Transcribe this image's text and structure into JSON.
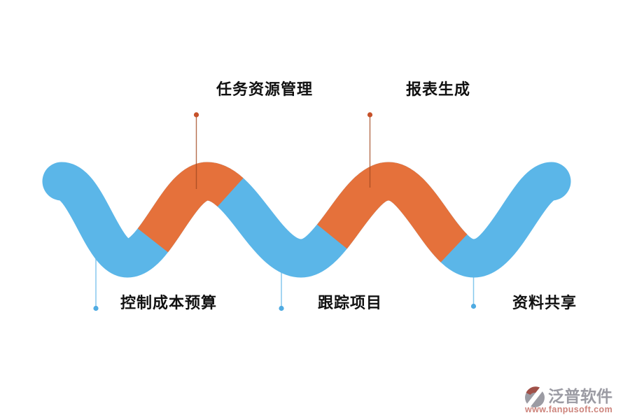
{
  "diagram": {
    "type": "snake-flow-infographic",
    "top_row": [
      {
        "label": "任务资源管理"
      },
      {
        "label": "报表生成"
      }
    ],
    "bottom_row": [
      {
        "label": "控制成本预算"
      },
      {
        "label": "跟踪项目"
      },
      {
        "label": "资料共享"
      }
    ]
  },
  "colors": {
    "wave_blue": "#5bb6e8",
    "wave_orange": "#e5713b",
    "top_connector_line": "#a34a22",
    "top_connector_dot": "#c6512a",
    "bottom_connector_line": "#85c7ed",
    "bottom_connector_dot": "#4fabe2",
    "label_text": "#111111",
    "brand_gray": "#9b9ba3",
    "brand_accent": "#a05048",
    "url_red": "#cd837b"
  },
  "watermark": {
    "brand": "泛普软件",
    "url": "www.fanpusoft.com"
  }
}
